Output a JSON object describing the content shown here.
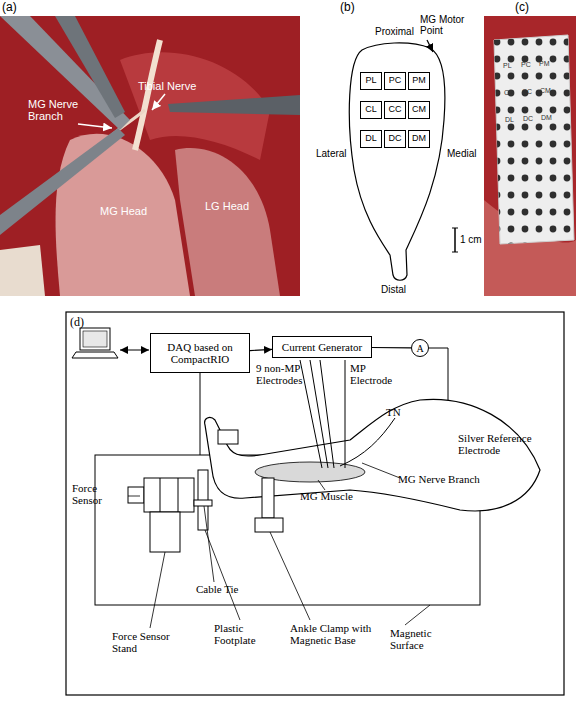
{
  "diagram": {
    "nodes": [
      {
        "text": [
          "PL"
        ]
      },
      {
        "text": [
          "PC"
        ]
      },
      {
        "text": [
          "PM"
        ]
      },
      {
        "text": [
          "CL"
        ]
      },
      {
        "text": [
          "CC"
        ]
      },
      {
        "text": [
          "CM"
        ]
      },
      {
        "text": [
          "DL"
        ]
      },
      {
        "text": [
          "DC"
        ]
      },
      {
        "text": [
          "DM"
        ]
      },
      {
        "text": [
          "DAQ based on CompactRIO"
        ]
      },
      {
        "text": [
          "Current Generator"
        ]
      },
      {
        "text": [
          "A"
        ]
      }
    ],
    "edges": [
      {
        "from": 9,
        "to": 10,
        "arrow": "to"
      },
      {
        "from": 10,
        "to": 11,
        "arrow": "none"
      }
    ],
    "labels": [
      "(a)",
      "Tibial Nerve",
      "MG Nerve Branch",
      "MG Head",
      "LG Head",
      "(b)",
      "Proximal",
      "MG Motor Point",
      "Lateral",
      "Medial",
      "Distal",
      "1 cm",
      "(c)",
      "PL",
      "PC",
      "PM",
      "CL",
      "CC",
      "CM",
      "DL",
      "DC",
      "DM",
      "(d)",
      "9 non-MP Electrodes",
      "MP Electrode",
      "TN",
      "Silver Reference Electrode",
      "MG Nerve Branch",
      "MG Muscle",
      "Force Sensor",
      "Cable Tie",
      "Force Sensor Stand",
      "Plastic Footplate",
      "Ankle Clamp with Magnetic Base",
      "Magnetic Surface"
    ]
  }
}
